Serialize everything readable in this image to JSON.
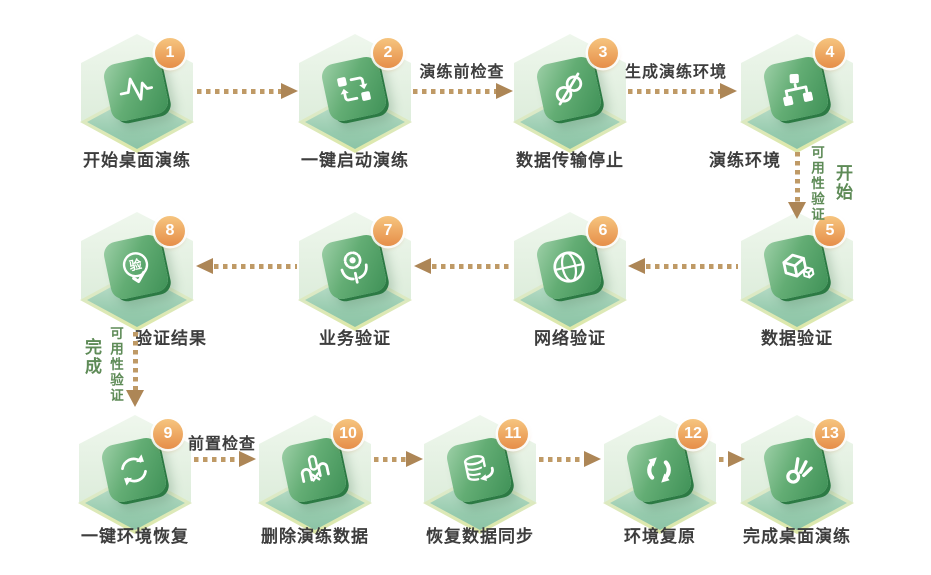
{
  "steps": [
    {
      "num": "1",
      "label": "开始桌面演练",
      "icon": "activity-pulse-icon"
    },
    {
      "num": "2",
      "label": "一键启动演练",
      "icon": "cycle-squares-icon"
    },
    {
      "num": "3",
      "label": "数据传输停止",
      "icon": "broken-link-icon"
    },
    {
      "num": "4",
      "label": "演练环境",
      "icon": "topology-icon"
    },
    {
      "num": "5",
      "label": "数据验证",
      "icon": "cube-icon"
    },
    {
      "num": "6",
      "label": "网络验证",
      "icon": "globe-icon"
    },
    {
      "num": "7",
      "label": "业务验证",
      "icon": "gear-hands-icon"
    },
    {
      "num": "8",
      "label": "验证结果",
      "icon": "verify-seal-icon",
      "icon_char": "验"
    },
    {
      "num": "9",
      "label": "一键环境恢复",
      "icon": "refresh-arrows-icon"
    },
    {
      "num": "10",
      "label": "删除演练数据",
      "icon": "delete-data-icon"
    },
    {
      "num": "11",
      "label": "恢复数据同步",
      "icon": "database-sync-icon"
    },
    {
      "num": "12",
      "label": "环境复原",
      "icon": "restore-cycle-icon"
    },
    {
      "num": "13",
      "label": "完成桌面演练",
      "icon": "ok-hand-icon"
    }
  ],
  "edge_labels": {
    "drill_pre_check": "演练前检查",
    "generate_drill_env": "生成演练环境",
    "pre_check": "前置检查"
  },
  "side_labels": {
    "availability_check_right": "可用性验证",
    "start": "开始",
    "availability_check_left": "可用性验证",
    "complete": "完成"
  },
  "colors": {
    "tile_green_dark": "#3f9157",
    "tile_green_light": "#9ed0a8",
    "hexagon_light": "#e9f3e7",
    "platform_teal": "#97cbae",
    "platform_edge_yellow": "#dde8a6",
    "badge_orange": "#ec9c4f",
    "arrow_tan": "#bf9a66",
    "arrowhead_tan": "#ad8656",
    "label_text": "#3d3d3d",
    "side_text_green": "#5e8b57"
  }
}
